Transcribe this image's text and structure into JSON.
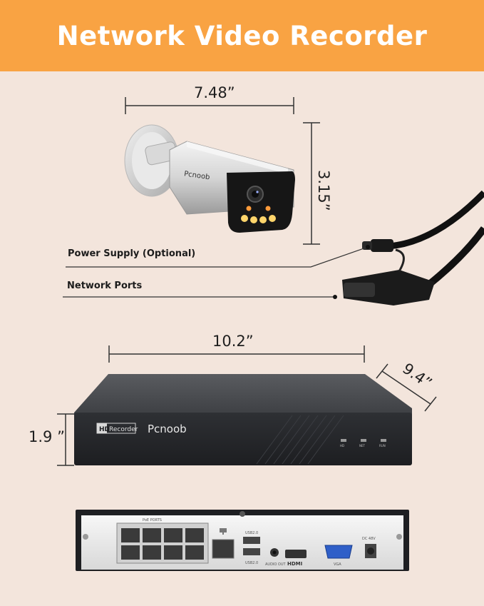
{
  "banner": {
    "title": "Network Video Recorder",
    "color": "#f9a343"
  },
  "camera": {
    "width_label": "7.48”",
    "height_label": "3.15”",
    "brand": "Pcnoob",
    "callouts": {
      "power": "Power Supply (Optional)",
      "network": "Network Ports"
    }
  },
  "nvr": {
    "width_label": "10.2”",
    "depth_label": "9.4”",
    "height_label": "1.9 ”",
    "hd_badge": "HD",
    "recorder_text": "Recorder",
    "brand": "Pcnoob",
    "leds": [
      "HD",
      "NET",
      "RUN"
    ],
    "back_panel": {
      "poe_label": "PoE PORTS",
      "usb_top": "USB2.0",
      "usb_bottom": "USB2.0",
      "audio": "AUDIO OUT",
      "hdmi": "HDMI",
      "vga": "VGA",
      "dc": "DC 48V"
    }
  },
  "background_color": "#f3e5dc"
}
